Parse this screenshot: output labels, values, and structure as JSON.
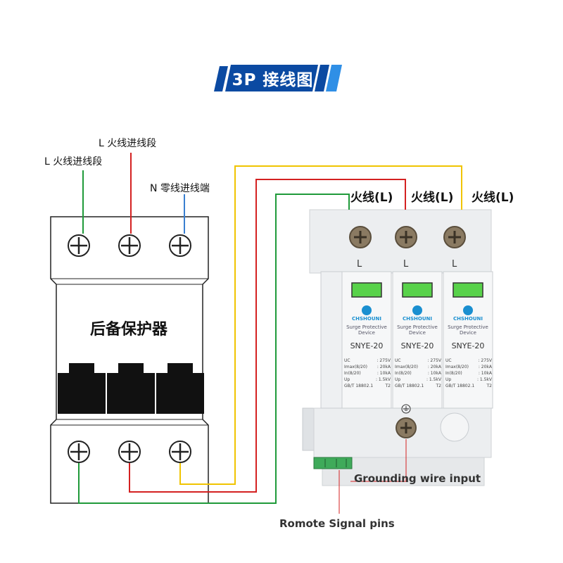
{
  "banner": {
    "title": "3P 接线图",
    "colors": {
      "dark": "#0b4aa2",
      "light": "#2f8fe6"
    }
  },
  "breaker": {
    "title": "后备保护器",
    "input_labels": [
      "L 火线进线段",
      "L 火线进线段",
      "N 零线进线端"
    ]
  },
  "spd": {
    "top_labels": [
      "火线(L)",
      "火线(L)",
      "火线(L)"
    ],
    "terminal_letter": "L",
    "modules": [
      {
        "brand": "CHSHOUNI",
        "desc_line1": "Surge Protective",
        "desc_line2": "Device",
        "model": "SNYE-20",
        "specs": [
          [
            "UC",
            ": 275V"
          ],
          [
            "Imax(8/20)",
            ": 20kA"
          ],
          [
            "In(8/20)",
            ": 10kA"
          ],
          [
            "Up",
            ": 1.5kV"
          ],
          [
            "GB/T 18802.1",
            "T2"
          ]
        ]
      },
      {
        "brand": "CHSHOUNI",
        "desc_line1": "Surge Protective",
        "desc_line2": "Device",
        "model": "SNYE-20",
        "specs": [
          [
            "UC",
            ": 275V"
          ],
          [
            "Imax(8/20)",
            ": 20kA"
          ],
          [
            "In(8/20)",
            ": 10kA"
          ],
          [
            "Up",
            ": 1.5kV"
          ],
          [
            "GB/T 18802.1",
            "T2"
          ]
        ]
      },
      {
        "brand": "CHSHOUNI",
        "desc_line1": "Surge Protective",
        "desc_line2": "Device",
        "model": "SNYE-20",
        "specs": [
          [
            "UC",
            ": 275V"
          ],
          [
            "Imax(8/20)",
            ": 20kA"
          ],
          [
            "In(8/20)",
            ": 10kA"
          ],
          [
            "Up",
            ": 1.5kV"
          ],
          [
            "GB/T 18802.1",
            "T2"
          ]
        ]
      }
    ]
  },
  "captions": {
    "grounding": "Grounding wire input",
    "remote": "Romote Signal pins"
  },
  "wire_colors": {
    "green": "#1f9a3a",
    "red": "#d42121",
    "yellow": "#f0c400",
    "blue": "#3a7fd0"
  }
}
